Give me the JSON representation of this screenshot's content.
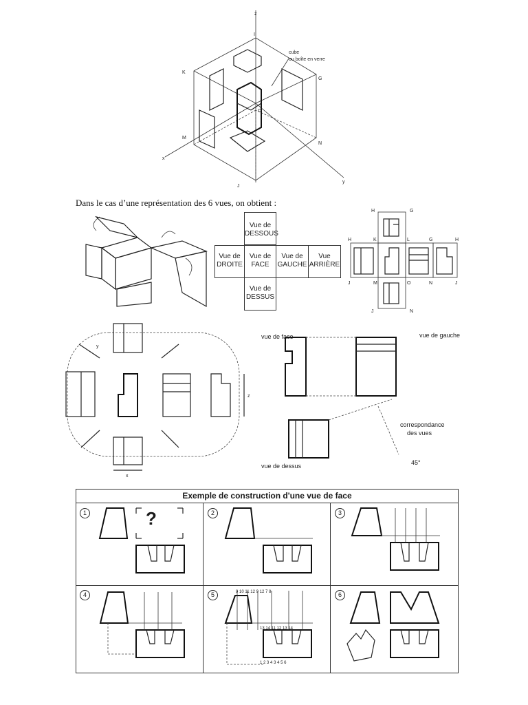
{
  "figure1": {
    "axis_labels": [
      "z",
      "x",
      "y"
    ],
    "point_labels": [
      "I",
      "K",
      "G",
      "O",
      "M",
      "N",
      "J"
    ],
    "annotation_line1": "cube",
    "annotation_line2": "ou boîte en verre"
  },
  "caption": "Dans le cas d’une représentation des 6 vues, on obtient :",
  "six_views_grid": {
    "top": [
      "Vue de",
      "DESSOUS"
    ],
    "row": [
      [
        "Vue de",
        "DROITE"
      ],
      [
        "Vue de",
        "FACE"
      ],
      [
        "Vue de",
        "GAUCHE"
      ],
      [
        "Vue",
        "ARRIÈRE"
      ]
    ],
    "bottom": [
      "Vue de",
      "DESSUS"
    ]
  },
  "projection_labels": [
    "H",
    "G",
    "H",
    "K",
    "L",
    "G",
    "H",
    "J",
    "M",
    "O",
    "N",
    "J",
    "J",
    "N"
  ],
  "correspondence": {
    "face": "vue de face",
    "gauche": "vue de gauche",
    "dessus": "vue de dessus",
    "correspondance_line1": "correspondance",
    "correspondance_line2": "des vues",
    "angle": "45°"
  },
  "distance_labels": {
    "x": "x",
    "y": "y",
    "z": "z"
  },
  "construction": {
    "title": "Exemple de construction d'une vue de face",
    "steps": [
      "1",
      "2",
      "3",
      "4",
      "5",
      "6"
    ],
    "question": "?",
    "step5_numbers": [
      "9",
      "10",
      "11",
      "12",
      "9",
      "12",
      "7",
      "8",
      "13",
      "14",
      "11",
      "12",
      "13",
      "14",
      "1",
      "2",
      "3",
      "4",
      "3",
      "4",
      "5",
      "6"
    ]
  }
}
